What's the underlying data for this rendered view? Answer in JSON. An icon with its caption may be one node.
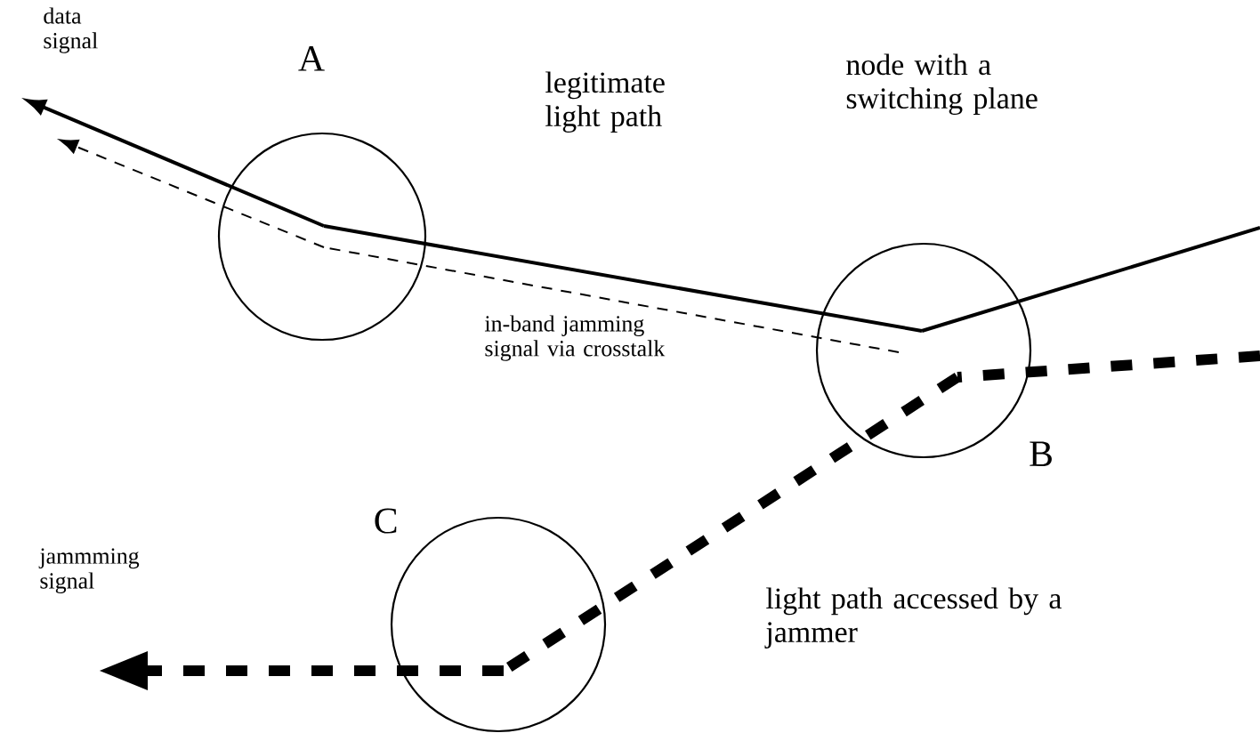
{
  "diagram": {
    "nodes": [
      {
        "text": [],
        "shape": "circle",
        "beside": [
          "A"
        ]
      },
      {
        "text": [],
        "shape": "circle",
        "beside": [
          "B"
        ]
      },
      {
        "text": [],
        "shape": "circle",
        "beside": [
          "C"
        ]
      }
    ],
    "edges": [
      {
        "from": null,
        "to": 1,
        "arrow": "none"
      },
      {
        "from": 1,
        "to": 0,
        "arrow": "none",
        "label": "legitimate light path"
      },
      {
        "from": 0,
        "to": null,
        "arrow": "to",
        "label": "data signal"
      },
      {
        "from": 1,
        "to": 0,
        "arrow": "none",
        "style": "dashed",
        "label": "in-band jamming signal via crosstalk"
      },
      {
        "from": 0,
        "to": null,
        "arrow": "to",
        "style": "dashed"
      },
      {
        "from": null,
        "to": 1,
        "arrow": "none",
        "style": "dashed"
      },
      {
        "from": 1,
        "to": 2,
        "arrow": "none",
        "style": "dashed",
        "label": "light path accessed by a jammer"
      },
      {
        "from": 2,
        "to": null,
        "arrow": "to",
        "style": "dashed",
        "label": "jammming signal"
      }
    ],
    "labels": [
      "node with a switching plane"
    ]
  }
}
